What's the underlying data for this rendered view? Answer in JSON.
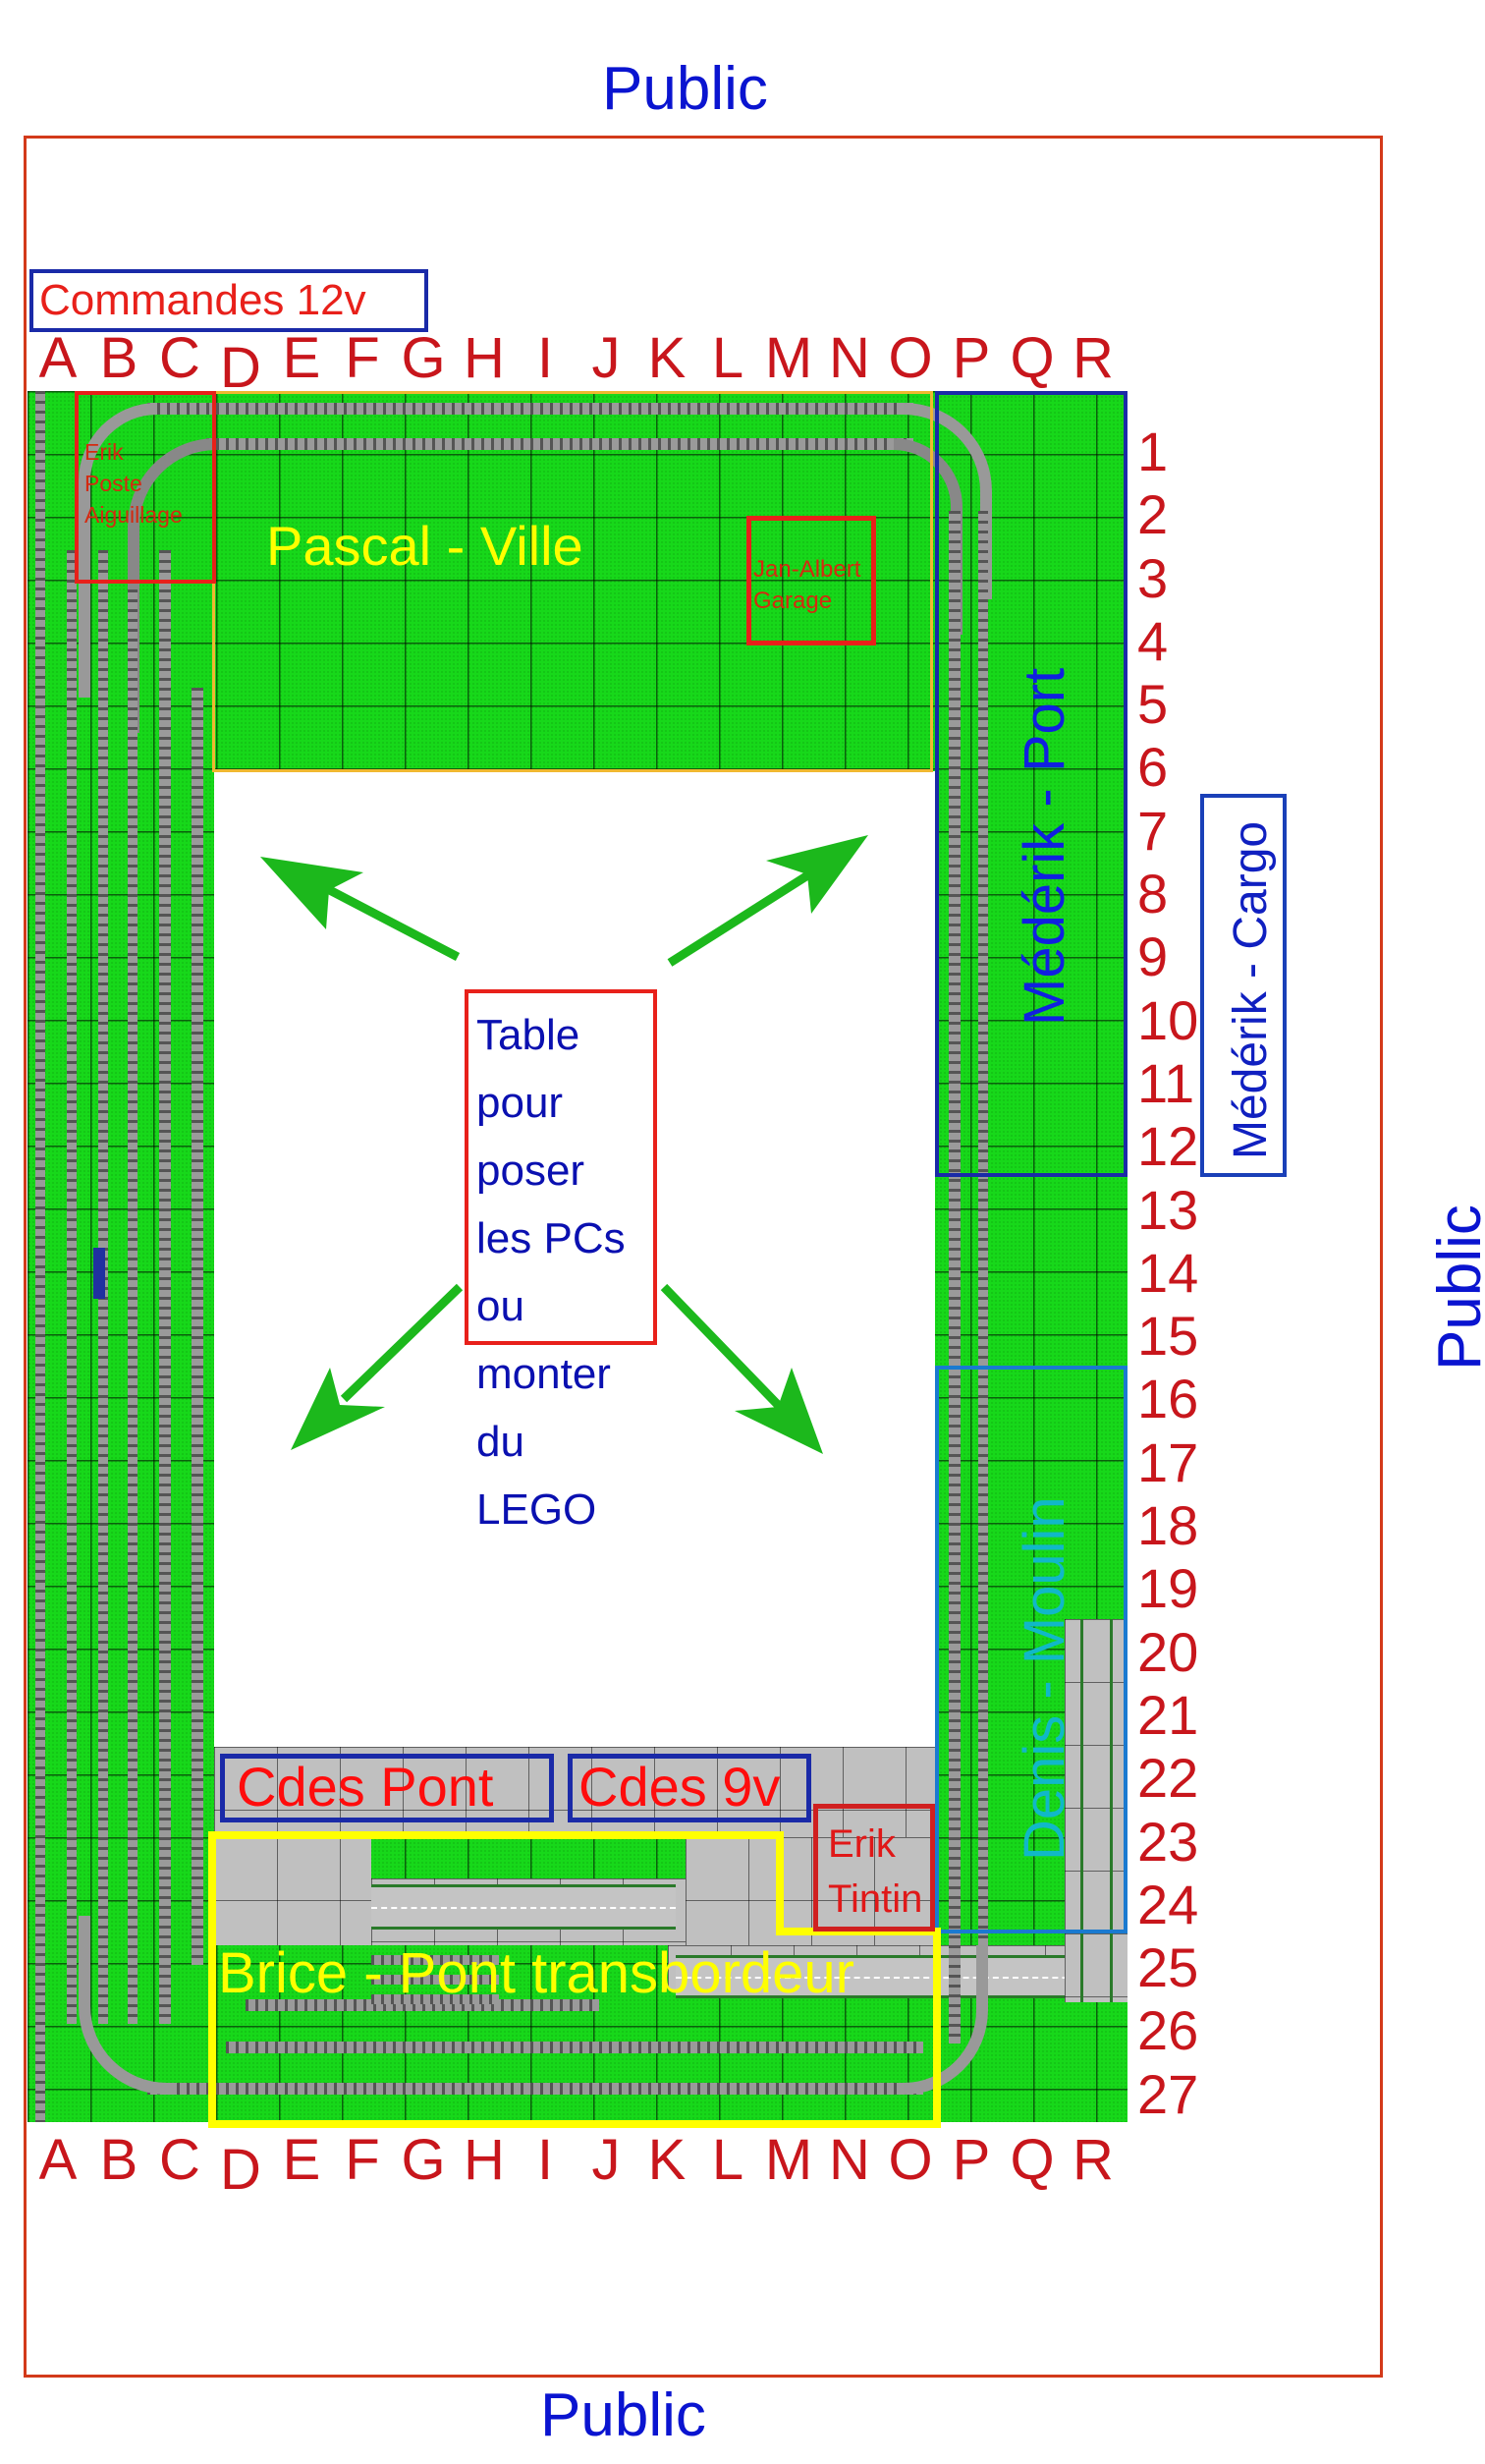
{
  "public_labels": {
    "top": "Public",
    "right": "Public",
    "bottom": "Public"
  },
  "commands_12v": "Commandes 12v",
  "columns": [
    "A",
    "B",
    "C",
    "D",
    "E",
    "F",
    "G",
    "H",
    "I",
    "J",
    "K",
    "L",
    "M",
    "N",
    "O",
    "P",
    "Q",
    "R"
  ],
  "rows": [
    "1",
    "2",
    "3",
    "4",
    "5",
    "6",
    "7",
    "8",
    "9",
    "10",
    "11",
    "12",
    "13",
    "14",
    "15",
    "16",
    "17",
    "18",
    "19",
    "20",
    "21",
    "22",
    "23",
    "24",
    "25",
    "26",
    "27"
  ],
  "zones": {
    "erik_poste": [
      "Erik",
      "Poste",
      "Aiguillage"
    ],
    "pascal": "Pascal - Ville",
    "jan_albert": [
      "Jan-Albert",
      "Garage"
    ],
    "mederik_port": "Médérik - Port",
    "mederik_cargo": "Médérik - Cargo",
    "denis_moulin": "Denis - Moulin",
    "cdes_pont": "Cdes Pont",
    "cdes_9v": "Cdes 9v",
    "erik_tintin": [
      "Erik",
      "Tintin"
    ],
    "brice": "Brice - Pont transbordeur"
  },
  "table": {
    "lines": [
      "Table",
      "pour poser",
      "les PCs",
      "ou monter",
      "du LEGO"
    ]
  },
  "colors": {
    "grass": "#17d81a",
    "label_red": "#c8161c",
    "public_blue": "#0a14d0",
    "zone_blue": "#1a2aa8",
    "zone_yellow": "#ffff00",
    "zone_red": "#e8201a",
    "denis_box": "#1a7ad0",
    "denis_text": "#10b8c8",
    "arrow_green": "#1cb81c"
  }
}
